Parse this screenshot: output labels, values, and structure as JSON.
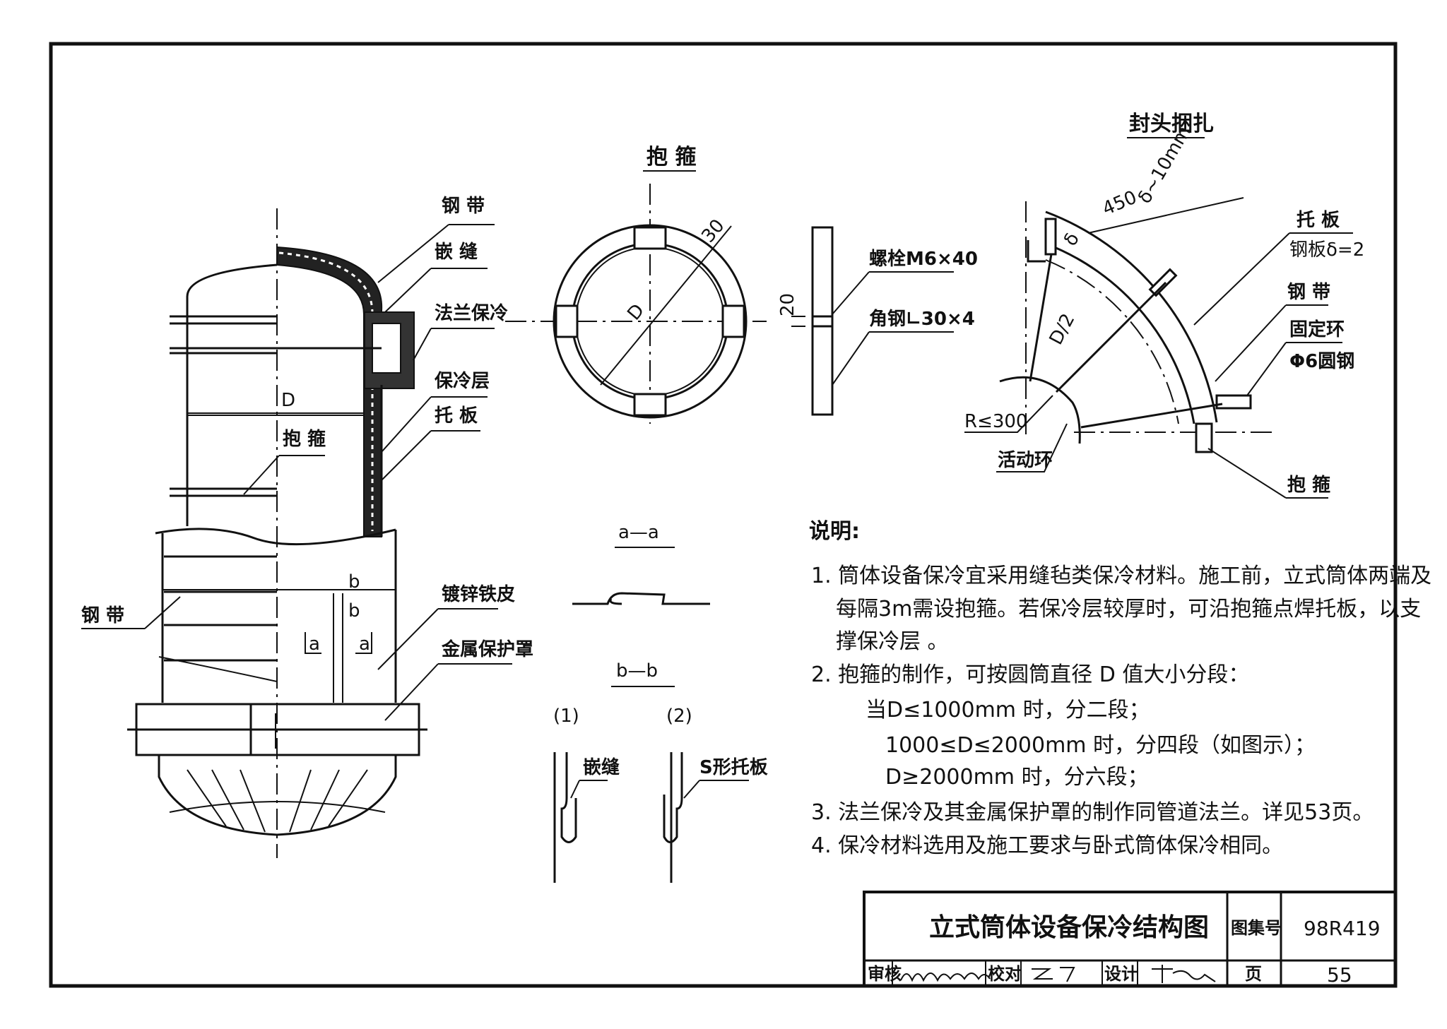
{
  "drawing": {
    "title": "立式筒体设备保冷结构图",
    "atlas_label": "图集号",
    "atlas_no": "98R419",
    "page_label": "页",
    "page_no": "55",
    "review_label": "审核",
    "check_label": "校对",
    "design_label": "设计"
  },
  "vessel": {
    "labels": {
      "steel_band_top": "钢 带",
      "caulk_seam": "嵌 缝",
      "flange_insulation": "法兰保冷",
      "insulation_layer": "保冷层",
      "support_plate": "托 板",
      "hoop": "抱 箍",
      "steel_band_left": "钢 带",
      "galvanized_sheet": "镀锌铁皮",
      "metal_cover": "金属保护罩",
      "diameter": "D",
      "section_a_left": "a",
      "section_a_right": "a",
      "section_b_top": "b",
      "section_b_bottom": "b"
    }
  },
  "hoop_detail": {
    "title": "抱 箍",
    "dim_diameter": "D",
    "dim_30": "30",
    "dim_20": "20",
    "bolt": "螺栓M6×40",
    "angle_steel": "角钢∟30×4"
  },
  "head_binding": {
    "title": "封头捆扎",
    "dim_450": "450",
    "dim_delta_range": "δ~10mm",
    "dim_delta": "δ",
    "dim_half_d": "D/2",
    "radius": "R≤300",
    "movable_ring": "活动环",
    "support_plate": "托 板",
    "plate_thickness": "钢板δ=2",
    "steel_band": "钢 带",
    "fixed_ring": "固定环",
    "round_steel": "Φ6圆钢",
    "hoop": "抱 箍"
  },
  "sections": {
    "aa_title": "a—a",
    "bb_title": "b—b",
    "bb_case1": "(1)",
    "bb_case2": "(2)",
    "bb_case1_label": "嵌缝",
    "bb_case2_label": "S形托板"
  },
  "notes": {
    "heading": "说明:",
    "lines": [
      "1. 筒体设备保冷宜采用缝毡类保冷材料。施工前，立式筒体两端及",
      "每隔3m需设抱箍。若保冷层较厚时，可沿抱箍点焊托板，以支",
      "撑保冷层 。",
      "2. 抱箍的制作，可按圆筒直径 D 值大小分段：",
      "当D≤1000mm 时，分二段；",
      "1000≤D≤2000mm 时，分四段（如图示）；",
      "D≥2000mm 时，分六段；",
      "3. 法兰保冷及其金属保护罩的制作同管道法兰。详见53页。",
      "4. 保冷材料选用及施工要求与卧式筒体保冷相同。"
    ]
  }
}
